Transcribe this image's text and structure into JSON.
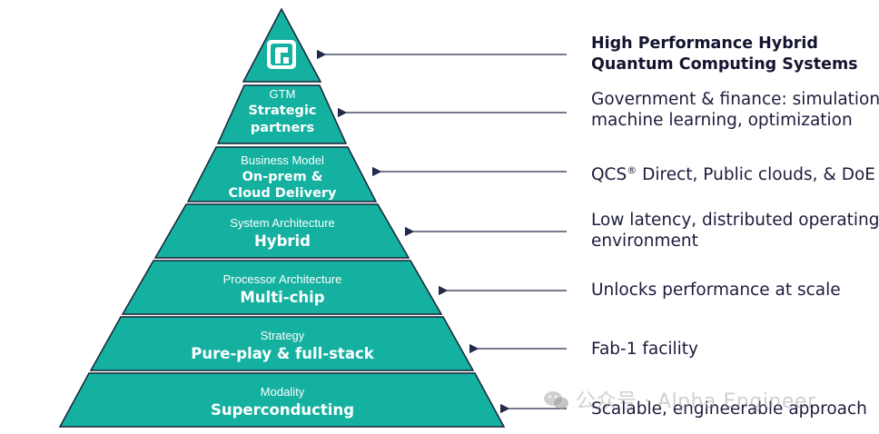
{
  "colors": {
    "fill": "#14b0a0",
    "stroke": "#1a2236",
    "arrow": "#232a4a",
    "text_dark": "#1c1c3c"
  },
  "apex": {
    "logo": "rigetti-logo-icon"
  },
  "levels": [
    {
      "sub": "GTM",
      "main": [
        "Strategic",
        "partners"
      ]
    },
    {
      "sub": "Business Model",
      "main": [
        "On-prem &",
        "Cloud Delivery"
      ]
    },
    {
      "sub": "System Architecture",
      "main": [
        "Hybrid"
      ]
    },
    {
      "sub": "Processor Architecture",
      "main": [
        "Multi-chip"
      ]
    },
    {
      "sub": "Strategy",
      "main": [
        "Pure-play & full-stack"
      ]
    },
    {
      "sub": "Modality",
      "main": [
        "Superconducting"
      ]
    }
  ],
  "descriptions": {
    "top": [
      "High Performance Hybrid",
      "Quantum Computing Systems"
    ],
    "gtm": [
      "Government & finance: simulation,",
      "machine learning, optimization"
    ],
    "business_pre": "QCS",
    "business_sup": "®",
    "business_post": " Direct, Public clouds, & DoE",
    "system": [
      "Low latency, distributed operating",
      "environment"
    ],
    "processor": "Unlocks performance at scale",
    "strategy": "Fab-1 facility",
    "modality": "Scalable, engineerable approach"
  },
  "watermark": {
    "text": "公众号 · Alpha Engineer",
    "icon": "wechat-icon"
  }
}
